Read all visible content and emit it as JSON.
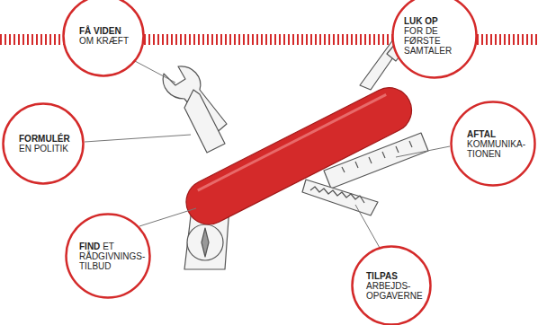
{
  "diagram": {
    "nodes": [
      {
        "text": [
          "FÅ VIDEN",
          "OM KRÆFT"
        ]
      },
      {
        "text": [
          "LUK OP",
          "FOR DE FØRSTE SAMTALER"
        ]
      },
      {
        "text": [
          "FORMULÉR",
          "EN POLITIK"
        ]
      },
      {
        "text": [
          "AFTAL",
          "KOMMUNIKA- TIONEN"
        ]
      },
      {
        "text": [
          "FIND",
          "ET RÅDGIVNINGS- TILBUD"
        ]
      },
      {
        "text": [
          "TILPAS",
          "ARBEJDS- OPGAVERNE"
        ]
      }
    ]
  }
}
